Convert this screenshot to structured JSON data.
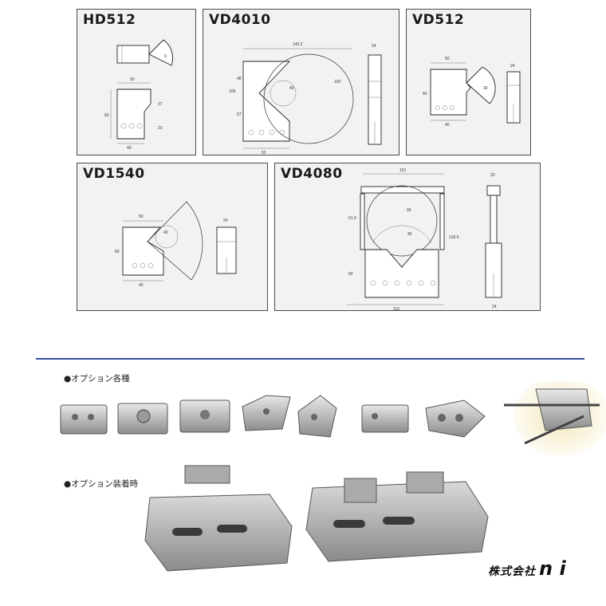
{
  "panels": {
    "hd512": {
      "title": "HD512"
    },
    "vd4010": {
      "title": "VD4010"
    },
    "vd512": {
      "title": "VD512"
    },
    "vd1540": {
      "title": "VD1540"
    },
    "vd4080": {
      "title": "VD4080"
    }
  },
  "captions": {
    "options": "●オプション各種",
    "mounted": "●オプション装着時"
  },
  "brand": {
    "jp": "株式会社",
    "logo": "n i"
  }
}
